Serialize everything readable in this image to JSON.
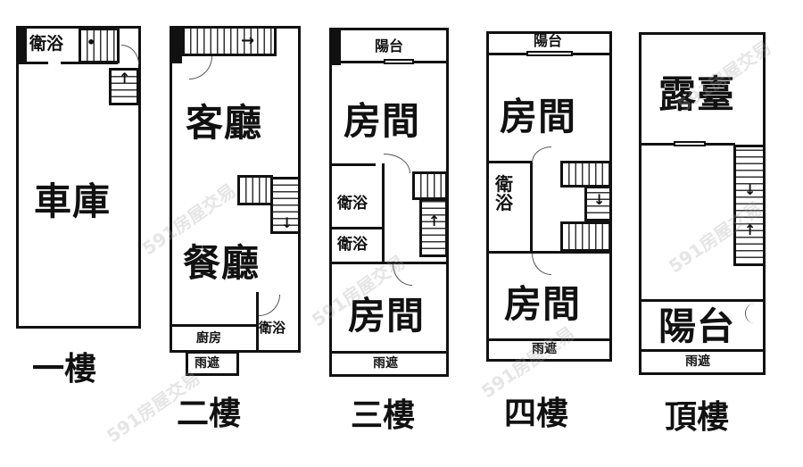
{
  "floors": [
    {
      "name": "一樓",
      "rooms": {
        "garage": "車庫",
        "bathroom": "衛浴"
      }
    },
    {
      "name": "二樓",
      "rooms": {
        "living_room": "客廳",
        "dining_room": "餐廳",
        "kitchen": "廚房",
        "bathroom": "衛浴",
        "canopy": "雨遮"
      }
    },
    {
      "name": "三樓",
      "rooms": {
        "balcony": "陽台",
        "bedroom_front": "房間",
        "bathroom_1": "衛浴",
        "bathroom_2": "衛浴",
        "bedroom_back": "房間",
        "canopy": "雨遮"
      }
    },
    {
      "name": "四樓",
      "rooms": {
        "balcony": "陽台",
        "bedroom_front": "房間",
        "bathroom": "衛浴",
        "bedroom_back": "房間",
        "canopy": "雨遮"
      }
    },
    {
      "name": "頂樓",
      "rooms": {
        "terrace": "露臺",
        "balcony": "陽台",
        "canopy": "雨遮"
      }
    }
  ],
  "watermark": "591房屋交易",
  "icons": {
    "stair_up": "↑",
    "stair_down": "↓",
    "stair_right": "→"
  }
}
